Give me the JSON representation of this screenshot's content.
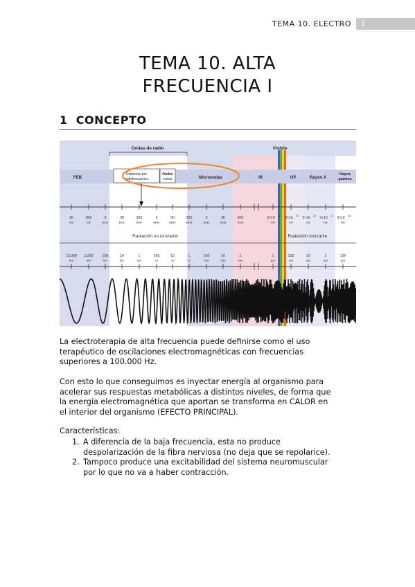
{
  "header": {
    "title": "TEMA 10. ELECTRO",
    "page_number": "1"
  },
  "doc_title": {
    "line1": "TEMA 10. ALTA",
    "line2": "FRECUENCIA I"
  },
  "section": {
    "number": "1",
    "title": "CONCEPTO"
  },
  "figure": {
    "ondas_de_radio": "Ondas de radio",
    "visible": "Visible",
    "bands": [
      "FEB",
      "Microondas",
      "IR",
      "UV",
      "Rayos X"
    ],
    "diatermia_line1": "Diatermia por",
    "diatermia_line2": "radiofrecuencia",
    "ondas_line1": "Ondas",
    "ondas_line2": "cortas",
    "rayos_gamma_line1": "Rayos",
    "rayos_gamma_line2": "gamma",
    "freq_labels": [
      [
        "30",
        "Hz"
      ],
      [
        "300",
        "Hz"
      ],
      [
        "3",
        "kHz"
      ],
      [
        "30",
        "kHz"
      ],
      [
        "300",
        "kHz"
      ],
      [
        "3",
        "MHz"
      ],
      [
        "30",
        "MHz"
      ],
      [
        "300",
        "MHz"
      ],
      [
        "3",
        "GHz"
      ],
      [
        "30",
        "GHz"
      ],
      [
        "300",
        "GHz"
      ]
    ],
    "freq_high": [
      "3×10",
      "14",
      "Hz",
      "3×10",
      "15",
      "Hz",
      "3×10",
      "16",
      "Hz",
      "3×10",
      "17",
      "Hz",
      "3×10",
      "18",
      "Hz"
    ],
    "rad_no_ionizante": "Radiación no ionizante",
    "rad_ionizante": "Radiación ionizante",
    "wave_labels": [
      [
        "10.000",
        "km"
      ],
      [
        "1.000",
        "km"
      ],
      [
        "100",
        "km"
      ],
      [
        "10",
        "km"
      ],
      [
        "1",
        "km"
      ],
      [
        "100",
        "m"
      ],
      [
        "10",
        "m"
      ],
      [
        "1",
        "m"
      ],
      [
        "100",
        "mm"
      ],
      [
        "10",
        "mm"
      ],
      [
        "1",
        "mm"
      ]
    ],
    "wave_high": [
      [
        "1",
        "µm"
      ],
      [
        "100",
        "nm"
      ],
      [
        "10",
        "nm"
      ],
      [
        "1",
        "nm"
      ],
      [
        "100",
        "pm"
      ]
    ]
  },
  "paragraphs": {
    "p1": [
      "La electroterapia de alta frecuencia puede definirse como el uso",
      "terapéutico de oscilaciones electromagnéticas con frecuencias",
      "superiores a 100.000 Hz."
    ],
    "p2": [
      "Con esto lo que conseguimos es inyectar energía al organismo para",
      "acelerar sus respuestas metabólicas a distintos niveles, de forma que",
      "la energía electromagnética que aportan se transforma en CALOR en",
      "el interior del organismo (EFECTO PRINCIPAL)."
    ],
    "p3": "Características:"
  },
  "list": [
    {
      "num": "1.",
      "lines": [
        "A diferencia de la baja frecuencia, esta no produce",
        "despolarización de la fibra nerviosa (no deja que se repolarice)."
      ]
    },
    {
      "num": "2.",
      "lines": [
        "Tampoco produce una excitabilidad del sistema neuromuscular",
        "por lo que no va a haber contracción."
      ]
    }
  ]
}
